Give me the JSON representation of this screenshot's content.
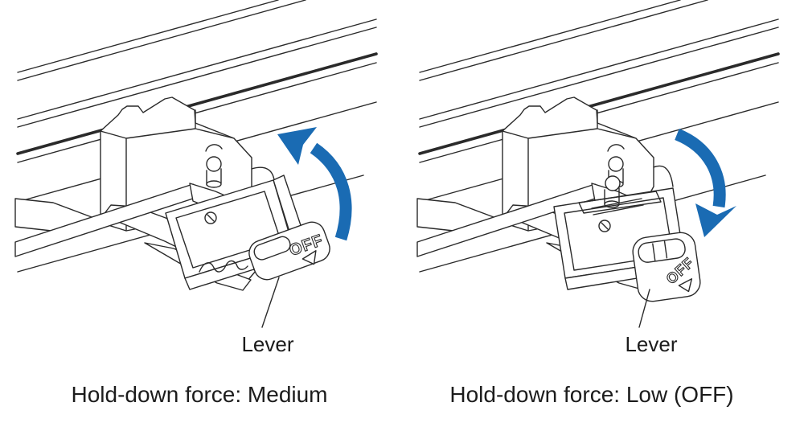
{
  "figure": {
    "panels": [
      {
        "id": "medium",
        "caption": "Hold-down force: Medium",
        "lever_label": "Lever",
        "handle_label": "OFF",
        "arrow_icon": "curved-rotate-up-arrow-icon",
        "arrow_direction": "up-counterclockwise"
      },
      {
        "id": "low_off",
        "caption": "Hold-down force: Low (OFF)",
        "lever_label": "Lever",
        "handle_label": "OFF",
        "arrow_icon": "curved-rotate-down-arrow-icon",
        "arrow_direction": "down-clockwise"
      }
    ],
    "colors": {
      "background": "#ffffff",
      "line": "#2a2a2a",
      "text": "#1c1c1c",
      "arrow_blue": "#1a6bb3"
    }
  }
}
